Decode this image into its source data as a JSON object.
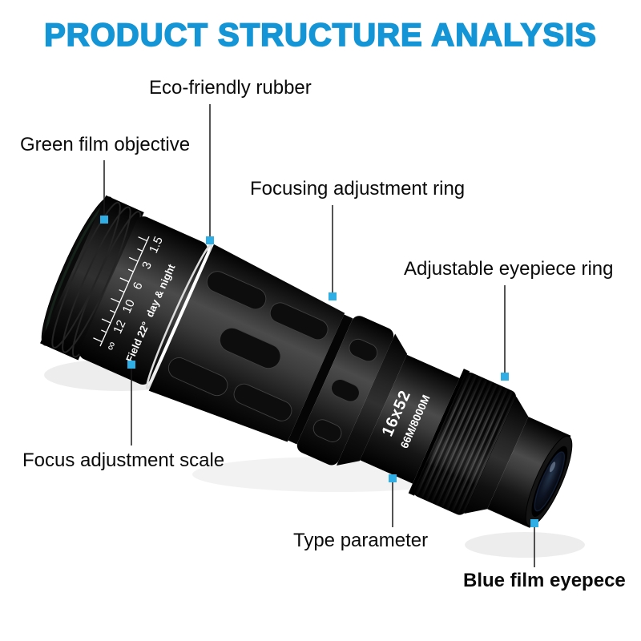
{
  "title": "PRODUCT STRUCTURE ANALYSIS",
  "colors": {
    "title": "#1495d6",
    "marker": "#2eaee4",
    "line": "#1a1a1a",
    "body": "#111111"
  },
  "callouts": [
    {
      "id": "eco-friendly-rubber",
      "label": "Eco-friendly rubber"
    },
    {
      "id": "green-film-objective",
      "label": "Green film objective"
    },
    {
      "id": "focusing-adjustment-ring",
      "label": "Focusing adjustment ring"
    },
    {
      "id": "adjustable-eyepiece-ring",
      "label": "Adjustable eyepiece ring"
    },
    {
      "id": "focus-adjustment-scale",
      "label": "Focus adjustment scale"
    },
    {
      "id": "type-parameter",
      "label": "Type parameter"
    },
    {
      "id": "blue-film-eyepiece",
      "label": "Blue film eyepece"
    }
  ],
  "product": {
    "focus_scale": {
      "ticks": [
        "1.5",
        "3",
        "6",
        "10",
        "12",
        "∞"
      ],
      "mode_label": "day & night",
      "field_label": "Field 22°"
    },
    "specs": {
      "magnification": "16x52",
      "field_of_view": "66M/8000M"
    }
  }
}
